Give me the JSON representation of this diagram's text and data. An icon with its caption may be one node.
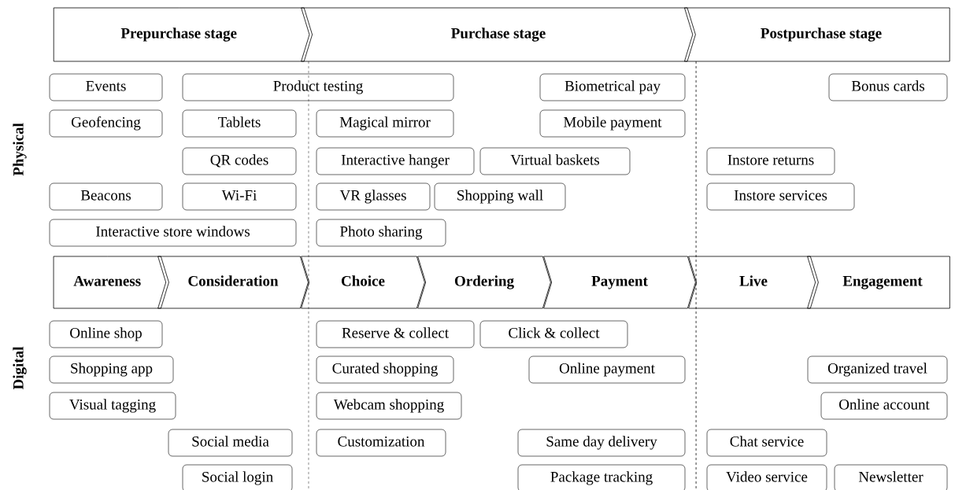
{
  "diagram": {
    "nodes": [
      {
        "text": [
          "Prepurchase stage"
        ]
      },
      {
        "text": [
          "Purchase stage"
        ]
      },
      {
        "text": [
          "Postpurchase stage"
        ]
      },
      {
        "text": [
          "Events"
        ]
      },
      {
        "text": [
          "Product testing"
        ]
      },
      {
        "text": [
          "Biometrical pay"
        ]
      },
      {
        "text": [
          "Bonus cards"
        ]
      },
      {
        "text": [
          "Geofencing"
        ]
      },
      {
        "text": [
          "Tablets"
        ]
      },
      {
        "text": [
          "Magical mirror"
        ]
      },
      {
        "text": [
          "Mobile payment"
        ]
      },
      {
        "text": [
          "QR codes"
        ]
      },
      {
        "text": [
          "Interactive hanger"
        ]
      },
      {
        "text": [
          "Virtual baskets"
        ]
      },
      {
        "text": [
          "Instore returns"
        ]
      },
      {
        "text": [
          "Beacons"
        ]
      },
      {
        "text": [
          "Wi-Fi"
        ]
      },
      {
        "text": [
          "VR glasses"
        ]
      },
      {
        "text": [
          "Shopping wall"
        ]
      },
      {
        "text": [
          "Instore services"
        ]
      },
      {
        "text": [
          "Interactive store windows"
        ]
      },
      {
        "text": [
          "Photo sharing"
        ]
      },
      {
        "text": [
          "Awareness"
        ]
      },
      {
        "text": [
          "Consideration"
        ]
      },
      {
        "text": [
          "Choice"
        ]
      },
      {
        "text": [
          "Ordering"
        ]
      },
      {
        "text": [
          "Payment"
        ]
      },
      {
        "text": [
          "Live"
        ]
      },
      {
        "text": [
          "Engagement"
        ]
      },
      {
        "text": [
          "Online shop"
        ]
      },
      {
        "text": [
          "Reserve & collect"
        ]
      },
      {
        "text": [
          "Click & collect"
        ]
      },
      {
        "text": [
          "Shopping app"
        ]
      },
      {
        "text": [
          "Curated shopping"
        ]
      },
      {
        "text": [
          "Online payment"
        ]
      },
      {
        "text": [
          "Organized travel"
        ]
      },
      {
        "text": [
          "Visual tagging"
        ]
      },
      {
        "text": [
          "Webcam shopping"
        ]
      },
      {
        "text": [
          "Online account"
        ]
      },
      {
        "text": [
          "Social media"
        ]
      },
      {
        "text": [
          "Customization"
        ]
      },
      {
        "text": [
          "Same day delivery"
        ]
      },
      {
        "text": [
          "Chat service"
        ]
      },
      {
        "text": [
          "Social login"
        ]
      },
      {
        "text": [
          "Package tracking"
        ]
      },
      {
        "text": [
          "Video service"
        ]
      },
      {
        "text": [
          "Newsletter"
        ]
      }
    ],
    "labels": [
      "Physical",
      "Digital"
    ]
  }
}
